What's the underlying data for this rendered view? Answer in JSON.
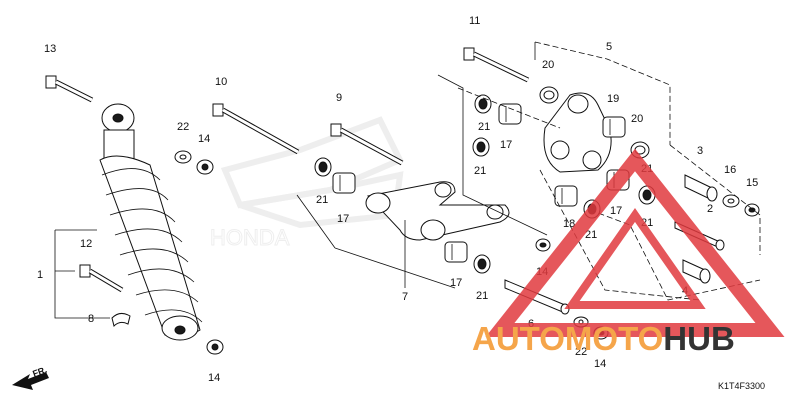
{
  "diagram": {
    "reference_code": "K1T4F3300",
    "direction_label": "FR.",
    "watermark": {
      "brand_left": "AUTO",
      "brand_middle": "MOTO",
      "brand_right": "HUB",
      "background_logo_text": "HONDA"
    },
    "callouts": {
      "c1": "1",
      "c2": "2",
      "c3": "3",
      "c4": "4",
      "c5": "5",
      "c6": "6",
      "c7": "7",
      "c8": "8",
      "c9": "9",
      "c10": "10",
      "c11": "11",
      "c12": "12",
      "c13": "13",
      "c14a": "14",
      "c14b": "14",
      "c14c": "14",
      "c14d": "14",
      "c15": "15",
      "c16": "16",
      "c17a": "17",
      "c17b": "17",
      "c17c": "17",
      "c17d": "17",
      "c18": "18",
      "c19": "19",
      "c20a": "20",
      "c20b": "20",
      "c21a": "21",
      "c21b": "21",
      "c21c": "21",
      "c21d": "21",
      "c21e": "21",
      "c21f": "21",
      "c21g": "21",
      "c22a": "22",
      "c22b": "22"
    }
  },
  "colors": {
    "watermark_red": "#e0393e",
    "watermark_orange": "#f5a54a",
    "watermark_dark": "#333333",
    "logo_gray": "#d4d4d4"
  }
}
